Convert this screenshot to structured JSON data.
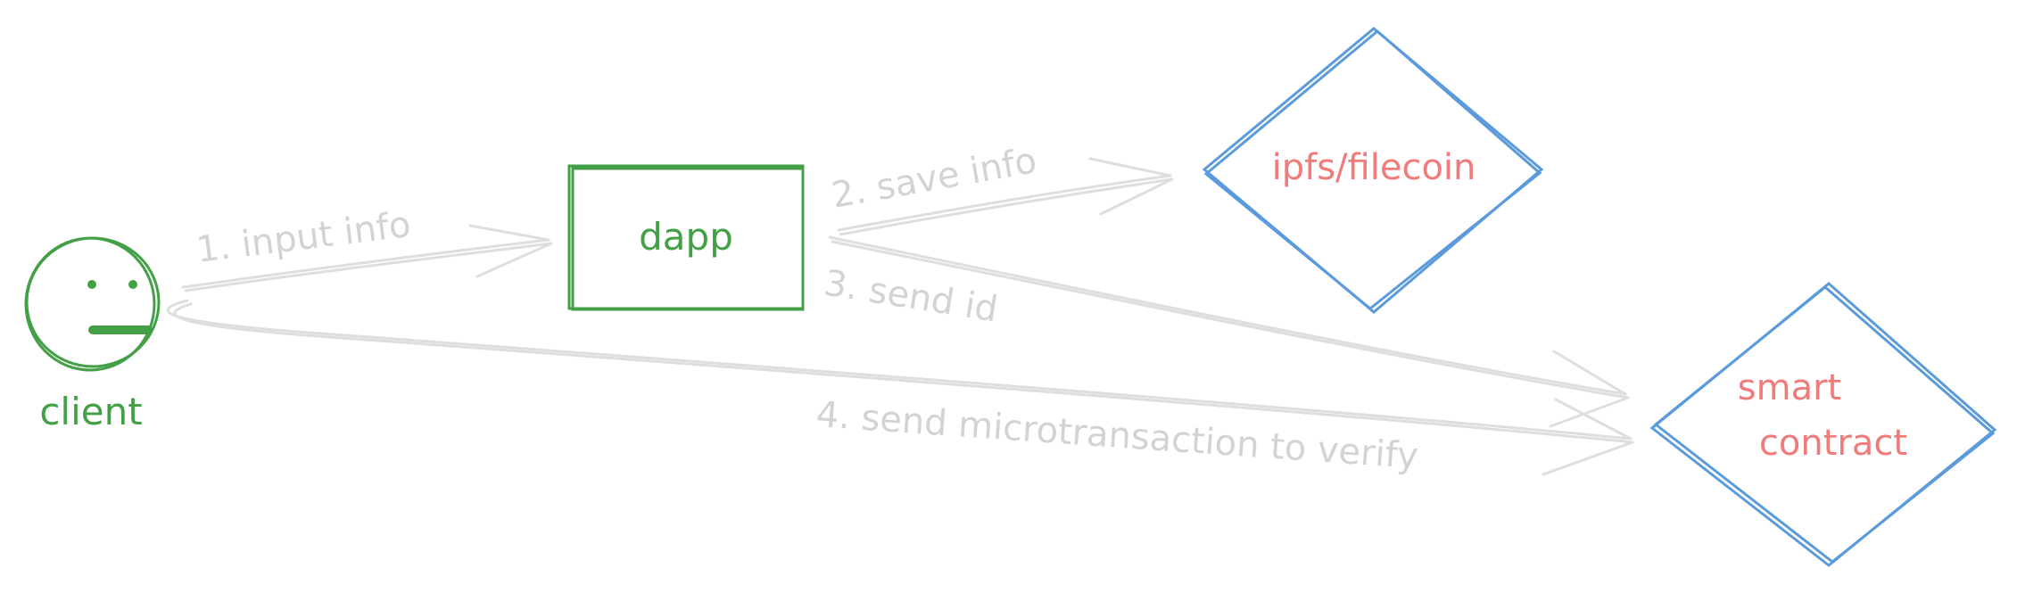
{
  "colors": {
    "client": "#43a047",
    "dapp": "#43a047",
    "storage_stroke": "#5b9bdc",
    "storage_text": "#f07b7b",
    "contract_stroke": "#5b9bdc",
    "contract_text": "#f07b7b",
    "arrow": "#dedede",
    "arrow_label": "#d3d3d3"
  },
  "nodes": {
    "client": {
      "label": "client",
      "icon": "neutral-face-icon"
    },
    "dapp": {
      "label": "dapp"
    },
    "storage": {
      "label": "ipfs/filecoin"
    },
    "contract": {
      "label_line1": "smart",
      "label_line2": "contract"
    }
  },
  "edges": [
    {
      "label": "1. input info"
    },
    {
      "label": "2. save info"
    },
    {
      "label": "3. send id"
    },
    {
      "label": "4. send microtransaction to verify"
    }
  ]
}
